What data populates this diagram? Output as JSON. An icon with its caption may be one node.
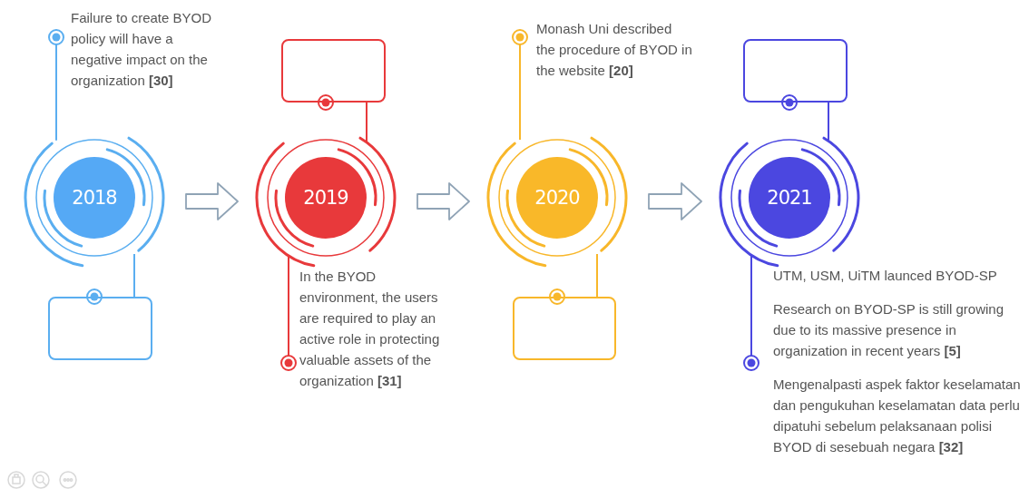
{
  "diagram": {
    "nodes": [
      {
        "text": [
          "Failure to create BYOD policy will have a negative impact on the organization **[30]**"
        ]
      },
      {
        "text": [
          "2018"
        ]
      },
      {
        "text": [],
        "shape": "box"
      },
      {
        "text": [],
        "shape": "box"
      },
      {
        "text": [
          "2019"
        ]
      },
      {
        "text": [
          "In the BYOD environment, the users are required to play an active role in protecting valuable assets of the organization **[31]**"
        ]
      },
      {
        "text": [
          "Monash Uni described the procedure of BYOD in the website **[20]**"
        ]
      },
      {
        "text": [
          "2020"
        ]
      },
      {
        "text": [],
        "shape": "box"
      },
      {
        "text": [],
        "shape": "box"
      },
      {
        "text": [
          "2021"
        ]
      },
      {
        "text": [
          "UTM, USM, UiTM launced BYOD-SP",
          "Research on BYOD-SP is still growing due to its massive presence in organization in recent years **[5]**",
          "Mengenalpasti aspek faktor keselamatan dan pengukuhan keselamatan data perlu dipatuhi sebelum pelaksanaan polisi BYOD di sesebuah negara **[32]**"
        ]
      }
    ],
    "edges": [
      {
        "from": 1,
        "to": 0,
        "arrow": "other",
        "color": "#5aaef0"
      },
      {
        "from": 1,
        "to": 2,
        "arrow": "none",
        "color": "#5aaef0"
      },
      {
        "from": 4,
        "to": 3,
        "arrow": "none",
        "color": "#e8393b"
      },
      {
        "from": 4,
        "to": 5,
        "arrow": "other",
        "color": "#e8393b"
      },
      {
        "from": 7,
        "to": 6,
        "arrow": "other",
        "color": "#f8b72a"
      },
      {
        "from": 7,
        "to": 8,
        "arrow": "none",
        "color": "#f8b72a"
      },
      {
        "from": 10,
        "to": 9,
        "arrow": "none",
        "color": "#4b47e0"
      },
      {
        "from": 10,
        "to": 11,
        "arrow": "other",
        "color": "#4b47e0"
      },
      {
        "from": 1,
        "to": 4,
        "arrow": "to",
        "color": "#8fa3b5"
      },
      {
        "from": 4,
        "to": 7,
        "arrow": "to",
        "color": "#8fa3b5"
      },
      {
        "from": 7,
        "to": 10,
        "arrow": "to",
        "color": "#8fa3b5"
      }
    ]
  }
}
